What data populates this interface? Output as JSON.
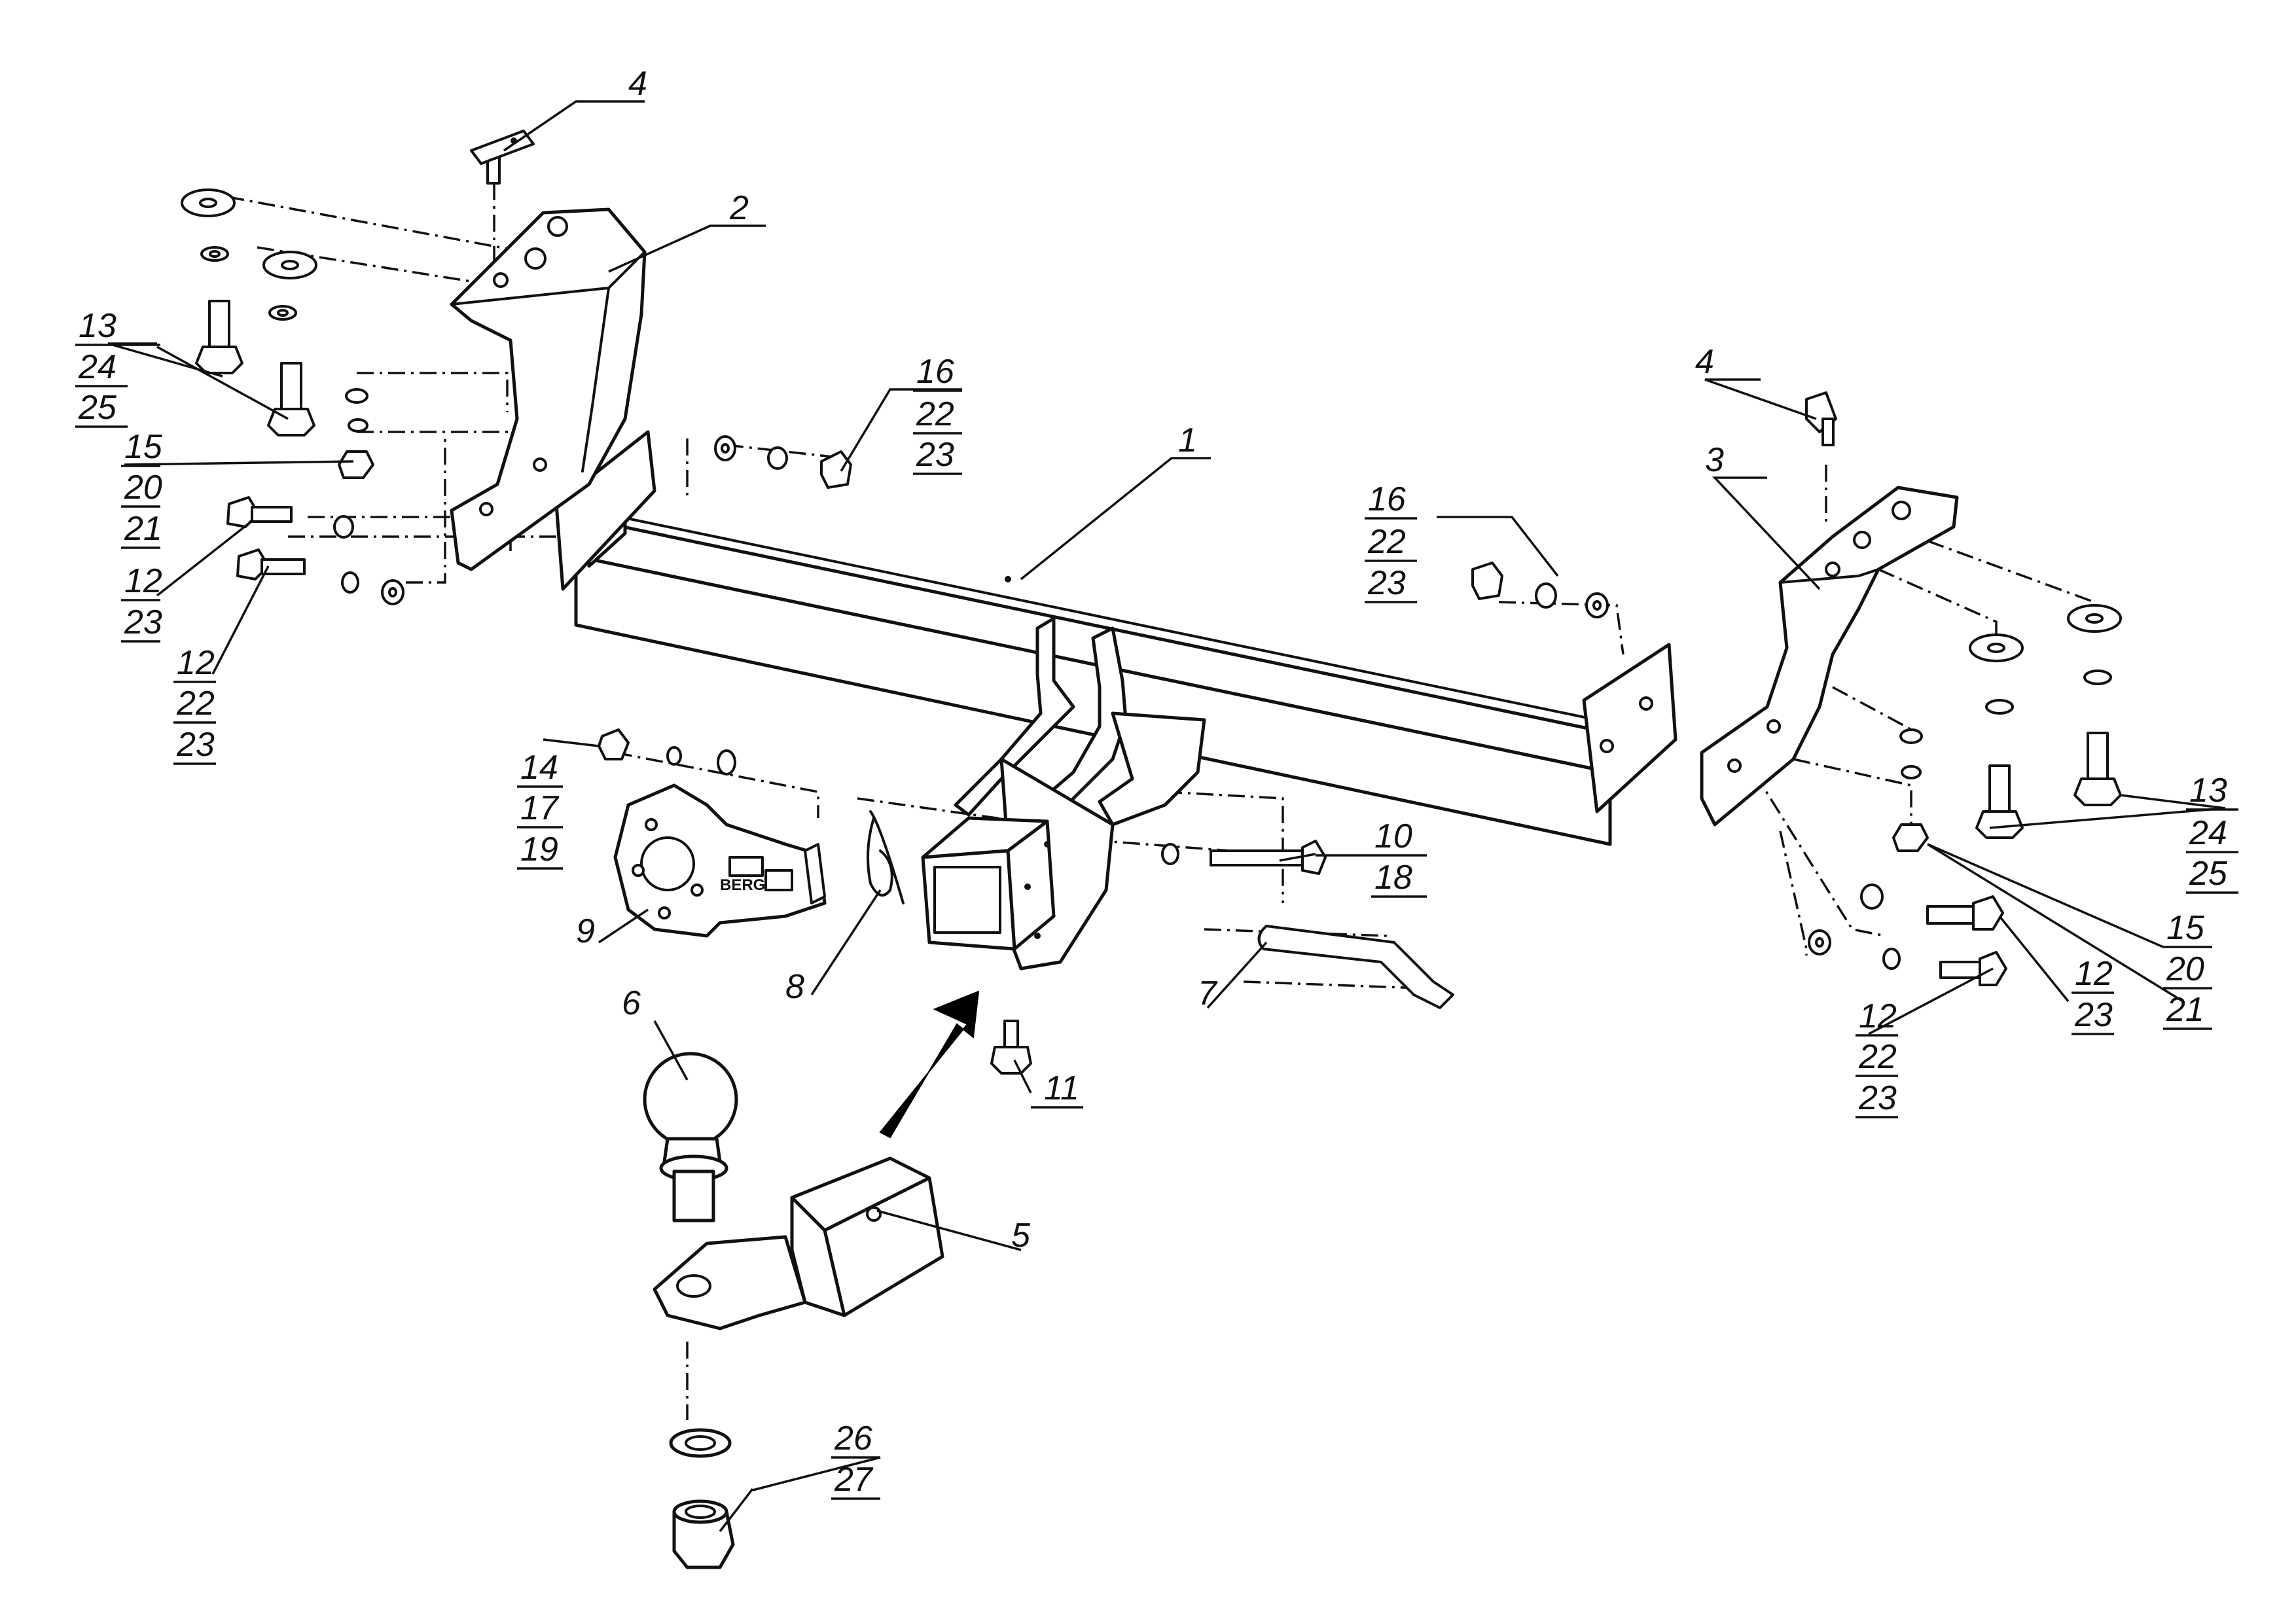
{
  "callouts": {
    "c1": [
      "1"
    ],
    "c2": [
      "2"
    ],
    "c3": [
      "3"
    ],
    "c4a": [
      "4"
    ],
    "c4b": [
      "4"
    ],
    "c5": [
      "5"
    ],
    "c6": [
      "6"
    ],
    "c7": [
      "7"
    ],
    "c8": [
      "8"
    ],
    "c9": [
      "9"
    ],
    "c10": [
      "10",
      "18"
    ],
    "c11": [
      "11"
    ],
    "c12a": [
      "12",
      "23"
    ],
    "c12b": [
      "12",
      "22",
      "23"
    ],
    "c12c": [
      "12",
      "23"
    ],
    "c12d": [
      "12",
      "22",
      "23"
    ],
    "c13a": [
      "13",
      "24",
      "25"
    ],
    "c13b": [
      "13",
      "24",
      "25"
    ],
    "c14": [
      "14",
      "17",
      "19"
    ],
    "c15a": [
      "15",
      "20",
      "21"
    ],
    "c15b": [
      "15",
      "20",
      "21"
    ],
    "c16a": [
      "16",
      "22",
      "23"
    ],
    "c16b": [
      "16",
      "22",
      "23"
    ],
    "c26": [
      "26",
      "27"
    ]
  },
  "brand_plate": "BERG",
  "colors": {
    "ink": "#111111",
    "paper": "#ffffff"
  }
}
